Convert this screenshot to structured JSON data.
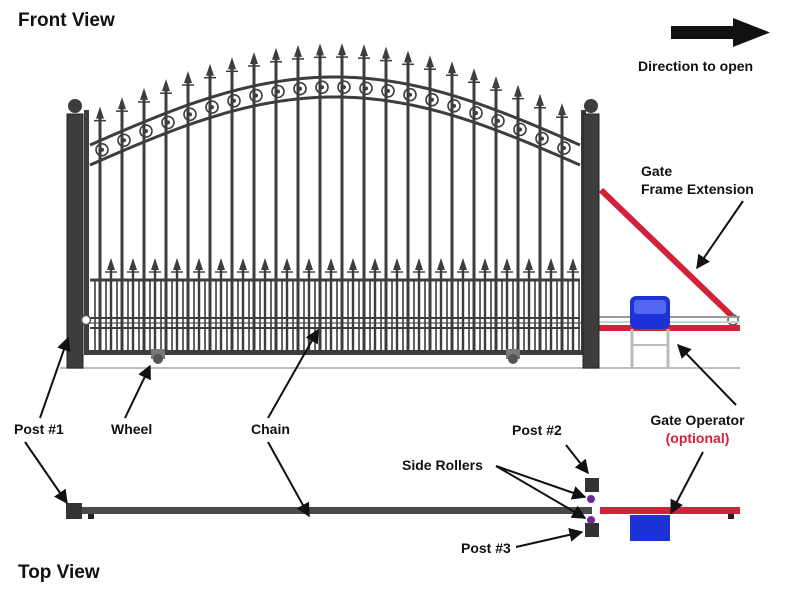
{
  "front_view": {
    "title": "Front View",
    "direction_label": "Direction to open"
  },
  "top_view": {
    "title": "Top View"
  },
  "labels": {
    "post1": "Post #1",
    "wheel": "Wheel",
    "chain": "Chain",
    "post2": "Post #2",
    "post3": "Post #3",
    "side_rollers": "Side Rollers",
    "gate_frame_extension_line1": "Gate",
    "gate_frame_extension_line2": "Frame Extension",
    "gate_operator": "Gate Operator",
    "gate_operator_optional": "(optional)"
  },
  "colors": {
    "iron": "#3d3d3d",
    "iron_dark": "#2a2a2a",
    "extension_red": "#d4213a",
    "operator_blue": "#1d33d6",
    "arrow": "#111111"
  }
}
